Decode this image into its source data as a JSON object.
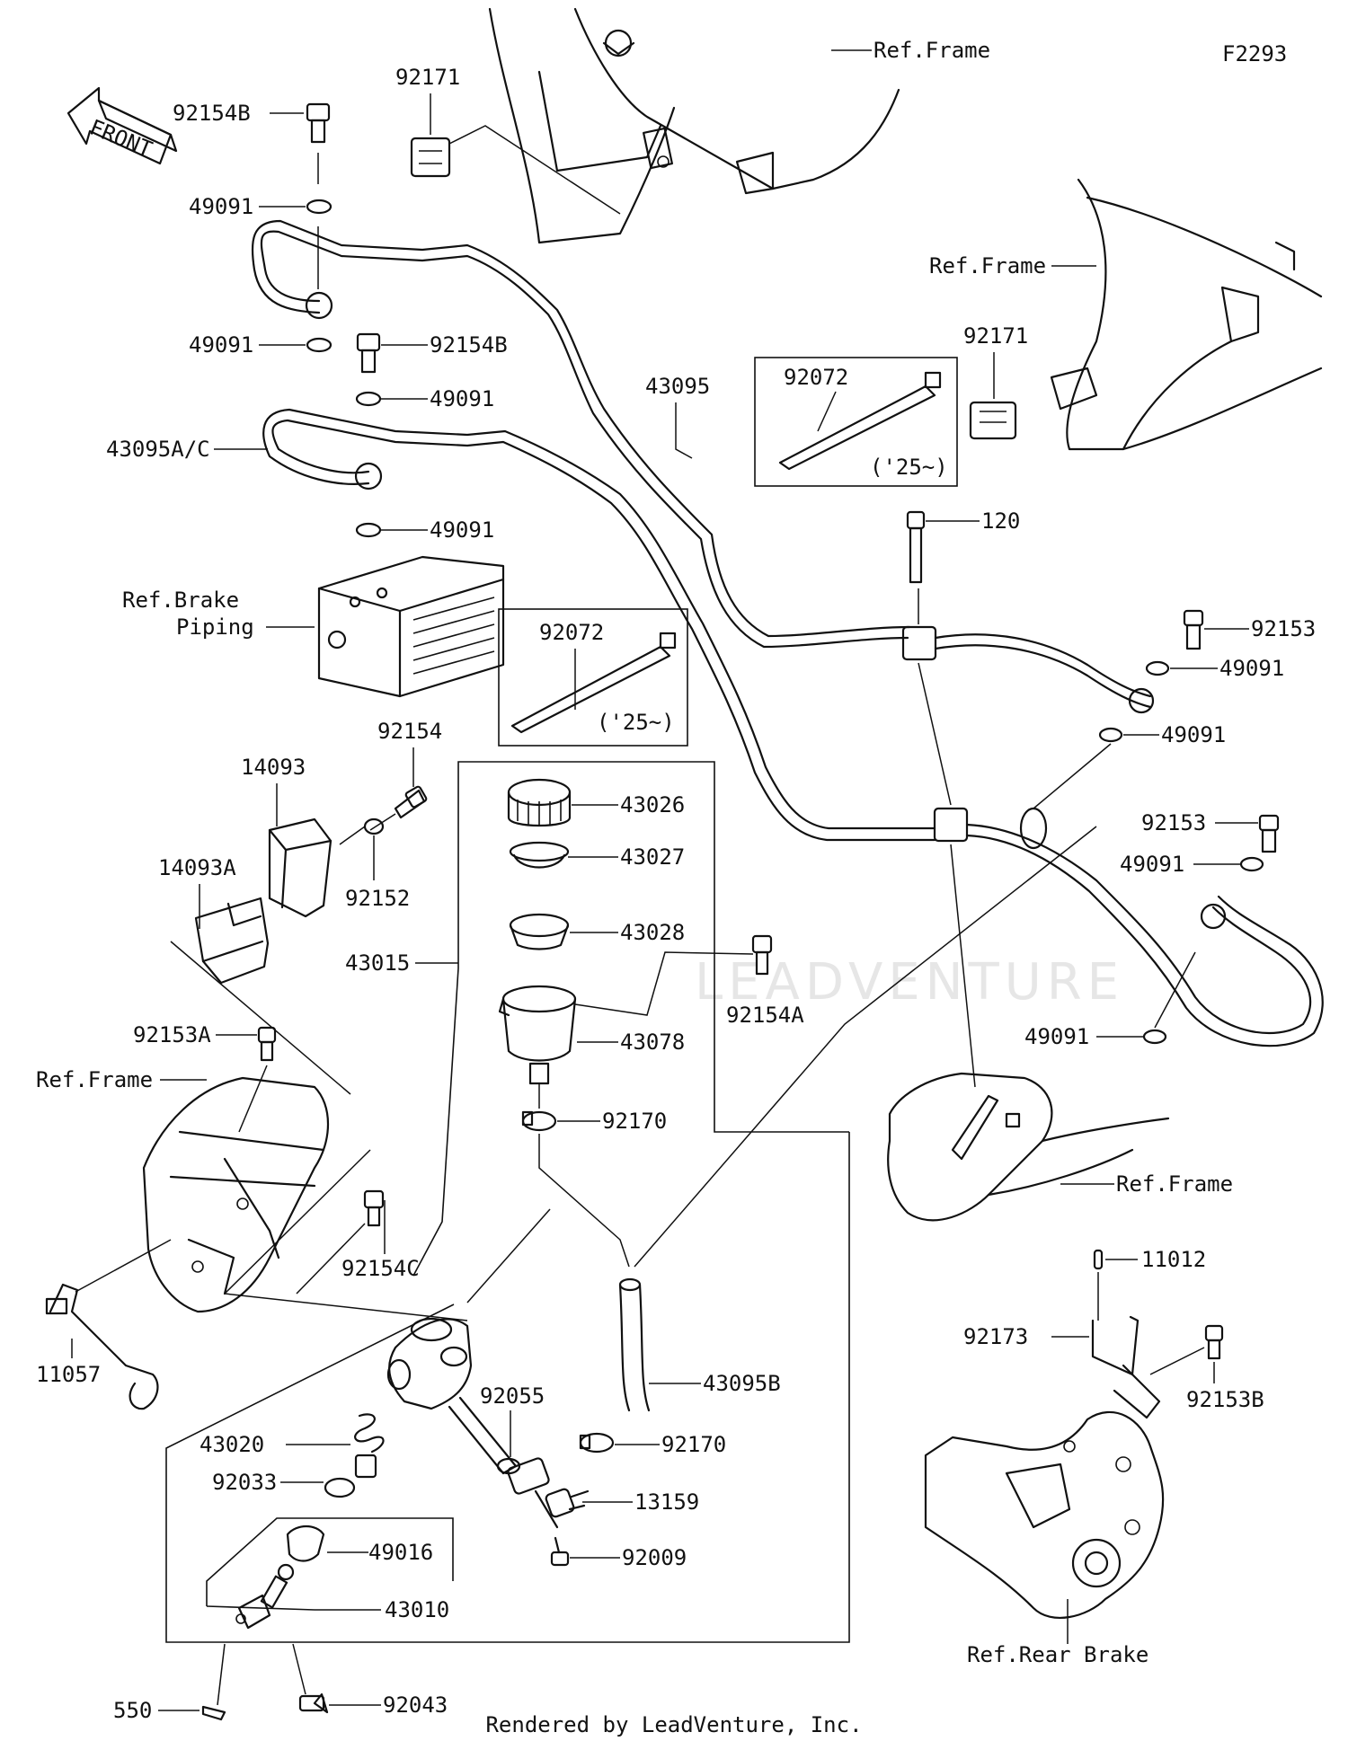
{
  "diagram": {
    "code": "F2293",
    "footer": "Rendered by LeadVenture, Inc.",
    "front_label": "FRONT",
    "watermark": "LEADVENTURE",
    "date_note": "('25~)"
  },
  "labels": {
    "ref_frame": "Ref.Frame",
    "ref_brake_1": "Ref.Brake",
    "ref_brake_2": "Piping",
    "ref_rear_brake": "Ref.Rear Brake"
  },
  "parts": [
    "92154B",
    "49091",
    "49091",
    "92154B",
    "49091",
    "43095A/C",
    "49091",
    "92171",
    "92171",
    "43095",
    "92072",
    "92072",
    "120",
    "92153",
    "49091",
    "49091",
    "92153",
    "49091",
    "49091",
    "14093",
    "14093A",
    "92154",
    "92152",
    "43015",
    "43026",
    "43027",
    "43028",
    "92154A",
    "43078",
    "92170",
    "92153A",
    "92154C",
    "11057",
    "43095B",
    "92055",
    "92170",
    "13159",
    "92009",
    "43020",
    "92033",
    "49016",
    "43010",
    "550",
    "92043",
    "11012",
    "92173",
    "92153B"
  ],
  "colors": {
    "ink": "#111111",
    "watermark": "#e6e6e6",
    "background": "#ffffff"
  }
}
